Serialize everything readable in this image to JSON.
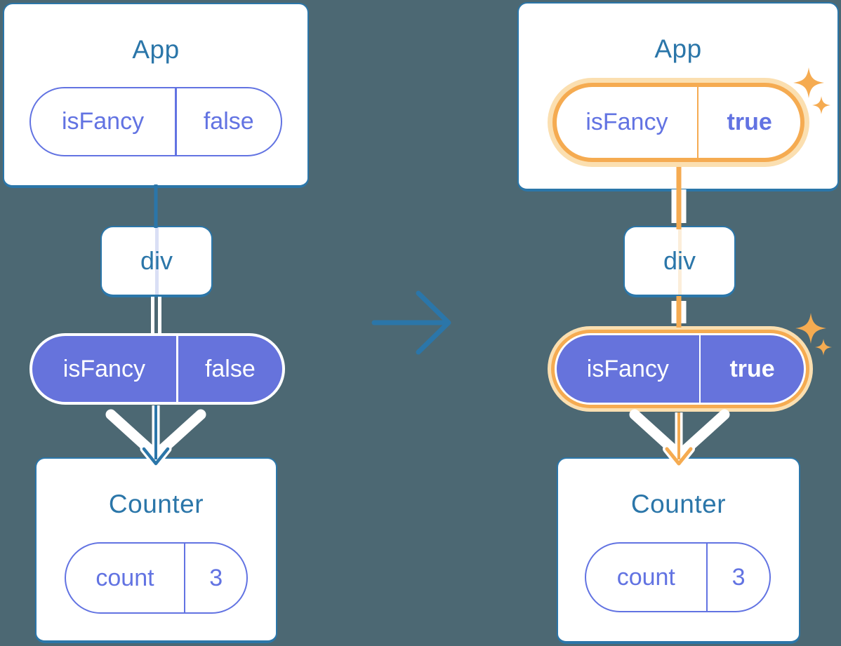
{
  "colors": {
    "bg": "#4C6873",
    "blue": "#2B76A9",
    "purple-fill": "#6673DC",
    "purple-line": "#6273E2",
    "lavender": "#DADFF5",
    "orange": "#F5AB51",
    "peach": "#FBDFB0",
    "pale-peach": "#FCEEDA",
    "white": "#FFFFFF"
  },
  "icons": {
    "transition": "arrow-right-icon",
    "flow_down": "arrow-down-chevron-icon",
    "highlight": "sparkles-icon"
  },
  "left": {
    "app": {
      "title": "App",
      "prop_name": "isFancy",
      "prop_value": "false"
    },
    "div_label": "div",
    "passed_pill": {
      "prop_name": "isFancy",
      "prop_value": "false"
    },
    "counter": {
      "title": "Counter",
      "state_name": "count",
      "state_value": "3"
    }
  },
  "right": {
    "app": {
      "title": "App",
      "prop_name": "isFancy",
      "prop_value": "true"
    },
    "div_label": "div",
    "passed_pill": {
      "prop_name": "isFancy",
      "prop_value": "true"
    },
    "counter": {
      "title": "Counter",
      "state_name": "count",
      "state_value": "3"
    }
  }
}
